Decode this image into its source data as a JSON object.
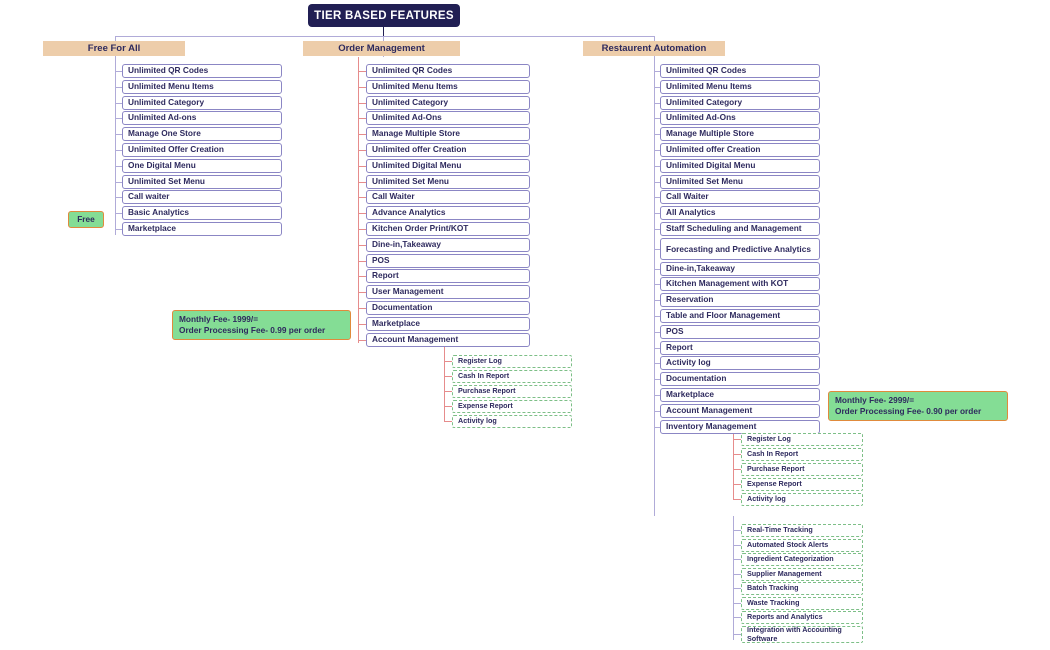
{
  "diagram": {
    "title": "TIER BASED FEATURES",
    "type": "tree-mindmap",
    "colors": {
      "root_bg": "#211f54",
      "root_text": "#ffffff",
      "tier_header_bg": "#edcdaa",
      "feature_border": "#8b86c4",
      "sub_border_dashed": "#7dbf87",
      "badge_bg": "#84dd95",
      "badge_border": "#e08a3c",
      "text": "#2e2a5e",
      "connector_left": "#b0abd8",
      "connector_mid": "#e68c8c",
      "connector_right": "#b0abd8",
      "background": "#ffffff"
    },
    "tiers": [
      {
        "id": "free-for-all",
        "name": "Free For All",
        "badge": "Free",
        "features": [
          "Unlimited QR Codes",
          "Unlimited Menu Items",
          "Unlimited Category",
          "Unlimited Ad-ons",
          "Manage One Store",
          "Unlimited Offer Creation",
          "One Digital Menu",
          "Unlimited Set Menu",
          "Call waiter",
          "Basic Analytics",
          "Marketplace"
        ]
      },
      {
        "id": "order-management",
        "name": "Order Management",
        "badge_line1": "Monthly Fee- 1999/=",
        "badge_line2": "Order Processing Fee- 0.99 per order",
        "features": [
          "Unlimited QR Codes",
          "Unlimited Menu Items",
          "Unlimited Category",
          "Unlimited Ad-Ons",
          "Manage Multiple Store",
          "Unlimited offer Creation",
          "Unlimited Digital Menu",
          "Unlimited Set Menu",
          "Call Waiter",
          "Advance Analytics",
          "Kitchen Order Print/KOT",
          "Dine-in,Takeaway",
          "POS",
          "Report",
          "User Management",
          "Documentation",
          "Marketplace",
          "Account Management"
        ],
        "account_management_subitems": [
          "Register Log",
          "Cash In Report",
          "Purchase Report",
          "Expense Report",
          "Activity log"
        ]
      },
      {
        "id": "restaurent-automation",
        "name": "Restaurent Automation",
        "badge_line1": "Monthly Fee- 2999/=",
        "badge_line2": "Order Processing Fee- 0.90 per order",
        "features": [
          "Unlimited QR Codes",
          "Unlimited Menu Items",
          "Unlimited Category",
          "Unlimited Ad-Ons",
          "Manage Multiple Store",
          "Unlimited offer Creation",
          "Unlimited Digital Menu",
          "Unlimited Set Menu",
          "Call Waiter",
          "All Analytics",
          "Staff Scheduling and Management",
          "Forecasting and Predictive Analytics",
          "Dine-in,Takeaway",
          "Kitchen Management with KOT",
          "Reservation",
          "Table and Floor Management",
          "POS",
          "Report",
          "Activity log",
          "Documentation",
          "Marketplace",
          "Account Management",
          "Inventory Management"
        ],
        "account_management_subitems": [
          "Register Log",
          "Cash In Report",
          "Purchase Report",
          "Expense Report",
          "Activity log"
        ],
        "inventory_management_subitems": [
          "Real-Time Tracking",
          "Automated Stock Alerts",
          "Ingredient Categorization",
          "Supplier Management",
          "Batch Tracking",
          "Waste Tracking",
          "Reports and Analytics",
          "Integration with Accounting Software"
        ]
      }
    ]
  }
}
